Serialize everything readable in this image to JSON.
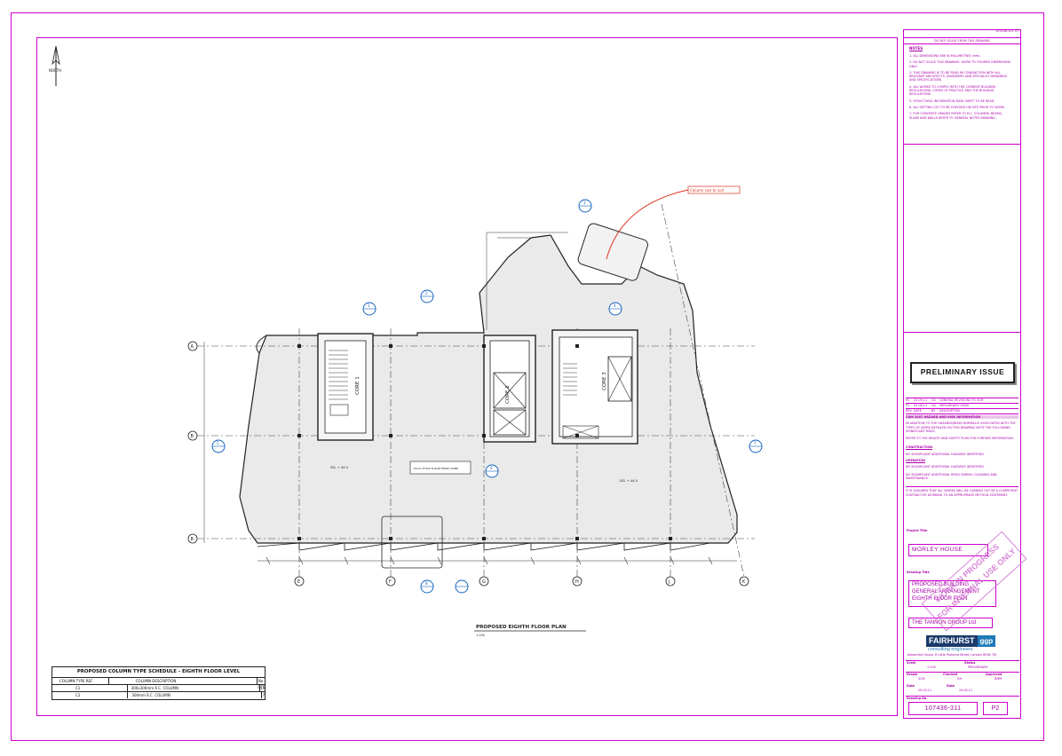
{
  "drawing": {
    "plan_title": "PROPOSED EIGHTH FLOOR PLAN",
    "plan_scale": "1:100",
    "north_label": "NORTH",
    "red_callout": "Column size to suit",
    "core_labels": [
      "CORE 1",
      "CORE 2",
      "CORE 3"
    ],
    "grid_letters_bottom": [
      "E",
      "F",
      "G",
      "H",
      "J",
      "K"
    ],
    "grid_letters_left": [
      "A",
      "B",
      "B"
    ],
    "room_note": "75mm THICK FLOOR FINISH ZONE",
    "level_marks": [
      "SSL + 44.0",
      "SSL + 44.0"
    ],
    "section_markers": [
      "1",
      "2",
      "3",
      "4",
      "5",
      "6",
      "7",
      "8"
    ]
  },
  "schedule": {
    "title": "PROPOSED COLUMN TYPE SCHEDULE - EIGHTH FLOOR LEVEL",
    "headers": [
      "COLUMN TYPE REF",
      "COLUMN DESCRIPTION",
      "No. OFF"
    ],
    "rows": [
      [
        "C1",
        "300x300mm R.C. COLUMN",
        "13"
      ],
      [
        "C2",
        "300mm R.C. COLUMN",
        "7"
      ]
    ]
  },
  "title_block": {
    "top_ref": "107436-311 P2",
    "notes_header": "DO NOT SCALE FROM THIS DRAWING",
    "notes_title": "NOTES",
    "notes": [
      "1. ALL DIMENSIONS ARE IN MILLIMETRES (mm).",
      "2. DO NOT SCALE THIS DRAWING. WORK TO FIGURED DIMENSIONS ONLY.",
      "3. THIS DRAWING IS TO BE READ IN CONJUNCTION WITH ALL RELEVANT ARCHITECTS, ENGINEERS AND SPECIALIST DRAWINGS AND SPECIFICATIONS.",
      "4. ALL WORKS TO COMPLY WITH THE CURRENT BUILDING REGULATIONS, CODES OF PRACTICE AND THE BUILDING REGULATIONS.",
      "5. STRUCTURAL INFORMATION DATA SHEET TO BE READ.",
      "6. ALL SETTING OUT TO BE CHECKED ON SITE PRIOR TO WORK.",
      "7. FOR CONCRETE GRADES REFER TO R.C. COLUMNS, BEAMS, SLABS AND WALLS REFER TO GENERAL NOTES DRAWING."
    ],
    "preliminary": "PRELIMINARY ISSUE",
    "revisions": [
      [
        "P2",
        "23.09.11",
        "GS",
        "GENERAL REVISIONS TO SUIT"
      ],
      [
        "P1",
        "05.08.11",
        "GS",
        "PRELIMINARY ISSUE"
      ],
      [
        "REV",
        "DATE",
        "BY",
        "DESCRIPTION"
      ]
    ],
    "cdm_header": "CDM 2007 HAZARD AND RISK INFORMATION",
    "cdm_lines": [
      "IN ADDITION TO THE HAZARDS/RISKS NORMALLY ASSOCIATED WITH THE TYPES OF WORK DETAILED ON THIS DRAWING NOTE THE FOLLOWING SIGNIFICANT RISKS.",
      "REFER TO THE HEALTH AND SAFETY PLAN FOR FURTHER INFORMATION.",
      "CONSTRUCTION",
      "NO SIGNIFICANT ADDITIONAL HAZARDS IDENTIFIED.",
      "OPERATION",
      "NO SIGNIFICANT ADDITIONAL HAZARDS IDENTIFIED.",
      "NO SIGNIFICANT ADDITIONAL RISKS DURING CLEANING AND MAINTENANCE.",
      "IT IS ASSUMED THAT ALL WORKS WILL BE CARRIED OUT BY A COMPETENT CONTRACTOR WORKING TO AN APPROPRIATE METHOD STATEMENT."
    ],
    "project_label": "Project Title",
    "project": "MORLEY HOUSE",
    "drawing_title_label": "Drawing Title",
    "drawing_title": [
      "PROPOSED BUILDING",
      "GENERAL ARRANGEMENT",
      "EIGHTH FLOOR PLAN"
    ],
    "client": "THE TANNON GROUP Ltd",
    "wip_stamp": [
      "WORK IN PROGRESS",
      "FOR INTERNAL USE ONLY"
    ],
    "company": "FAIRHURST",
    "company_suffix": "ggp",
    "company_sub": "consulting engineers",
    "company_addr": "Alexandra House, 6 Little Portland Street, London W1W 7JE",
    "fields": {
      "scale_label": "Scale",
      "scale": "1:100",
      "status_label": "Status",
      "status": "PRELIMINARY",
      "drawn_label": "Drawn",
      "drawn": "SCM",
      "checked_label": "Checked",
      "checked": "DH",
      "approved_label": "Approved",
      "approved": "RMM",
      "date1_label": "Date",
      "date1": "29.03.11",
      "date2_label": "Date",
      "date2": "29.03.11",
      "drawing_no_label": "Drawing No.",
      "drawing_no": "107436-311",
      "rev": "P2"
    }
  }
}
